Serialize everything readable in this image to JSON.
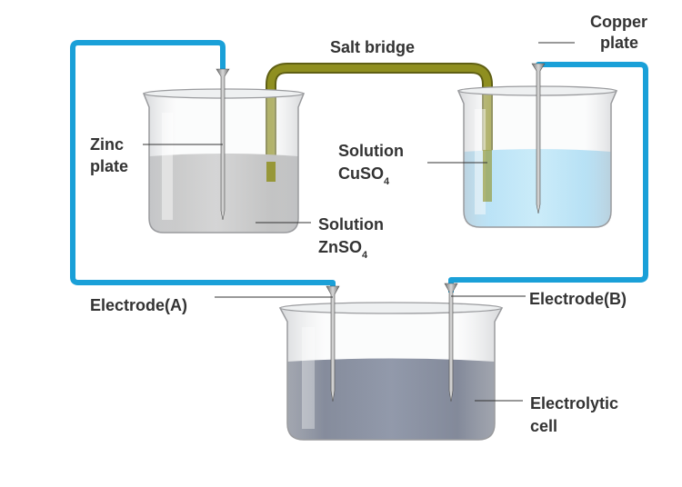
{
  "labels": {
    "salt_bridge": "Salt bridge",
    "copper_line1": "Copper",
    "copper_line2": "plate",
    "zinc_line1": "Zinc",
    "zinc_line2": "plate",
    "sol_cu_line1": "Solution",
    "sol_cu_formula": "CuSO",
    "sol_cu_sub": "4",
    "sol_zn_line1": "Solution",
    "sol_zn_formula": "ZnSO",
    "sol_zn_sub": "4",
    "electrode_a": "Electrode(A)",
    "electrode_b": "Electrode(B)",
    "cell_line1": "Electrolytic",
    "cell_line2": "cell"
  },
  "colors": {
    "wire": "#1aa0d8",
    "salt_bridge": "#8a8a1e",
    "zn_solution": "#b8b8b8",
    "cu_solution": "#9fdcf8",
    "electrolyte": "#4c5670",
    "glass": "#d9dadc",
    "electrode": "#8e8e8e",
    "label_text": "#333333"
  }
}
